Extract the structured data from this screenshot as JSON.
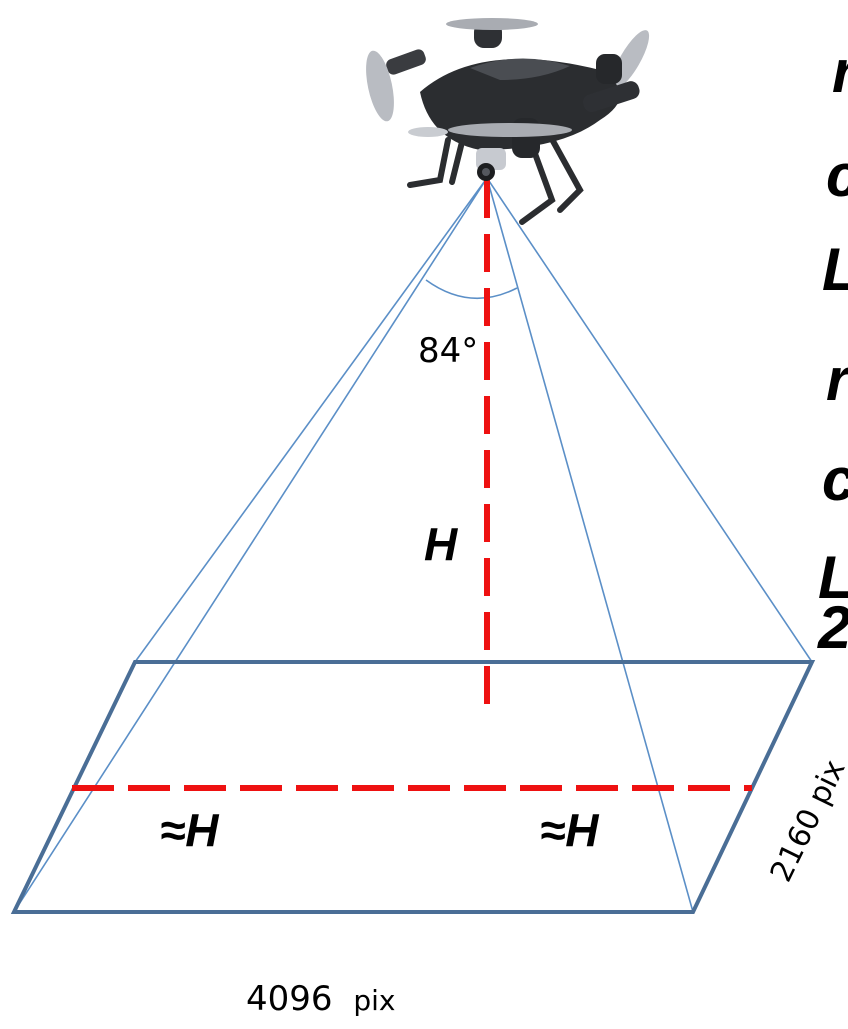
{
  "colors": {
    "frame": "#4a6e96",
    "ray": "#5b8fc7",
    "dashed_axis": "#ee1111",
    "drone_body": "#2b2d30"
  },
  "labels": {
    "fov_angle": "84°",
    "height": "H",
    "half_width_left": "≈H",
    "half_width_right": "≈H",
    "width_pixels": "4096",
    "width_unit": "pix",
    "depth_label": "2160 pix"
  },
  "cut_text": {
    "line1": "r",
    "line2": "c",
    "line3": "L",
    "line4": "r",
    "line5": "c",
    "line6": "L",
    "line7": "2"
  },
  "icons": {
    "drone": "quadcopter-drone-icon"
  }
}
